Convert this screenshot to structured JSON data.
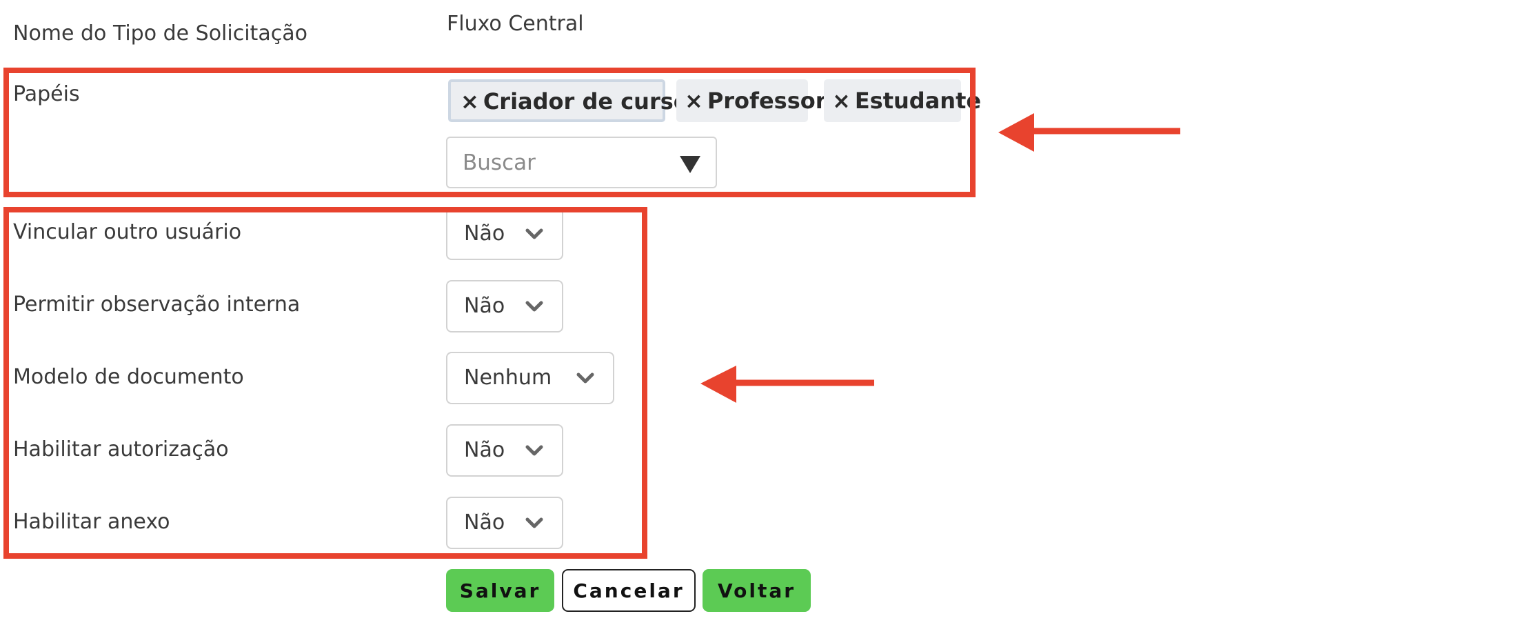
{
  "header": {
    "label": "Nome do Tipo de Solicitação",
    "value": "Fluxo Central"
  },
  "roles": {
    "label": "Papéis",
    "tags": [
      {
        "remove": "×",
        "label": "Criador de cursos"
      },
      {
        "remove": "×",
        "label": "Professor"
      },
      {
        "remove": "×",
        "label": "Estudante"
      }
    ],
    "search_placeholder": "Buscar"
  },
  "fields": [
    {
      "label": "Vincular outro usuário",
      "value": "Não"
    },
    {
      "label": "Permitir observação interna",
      "value": "Não"
    },
    {
      "label": "Modelo de documento",
      "value": "Nenhum"
    },
    {
      "label": "Habilitar autorização",
      "value": "Não"
    },
    {
      "label": "Habilitar anexo",
      "value": "Não"
    }
  ],
  "buttons": {
    "save": "Salvar",
    "cancel": "Cancelar",
    "back": "Voltar"
  },
  "colors": {
    "annotation": "#e8432e",
    "button_green": "#5ccb54"
  },
  "icons": {
    "dropdown": "chevron-down-icon",
    "search_toggle": "triangle-down-icon",
    "annotation": "arrow-left-icon"
  }
}
